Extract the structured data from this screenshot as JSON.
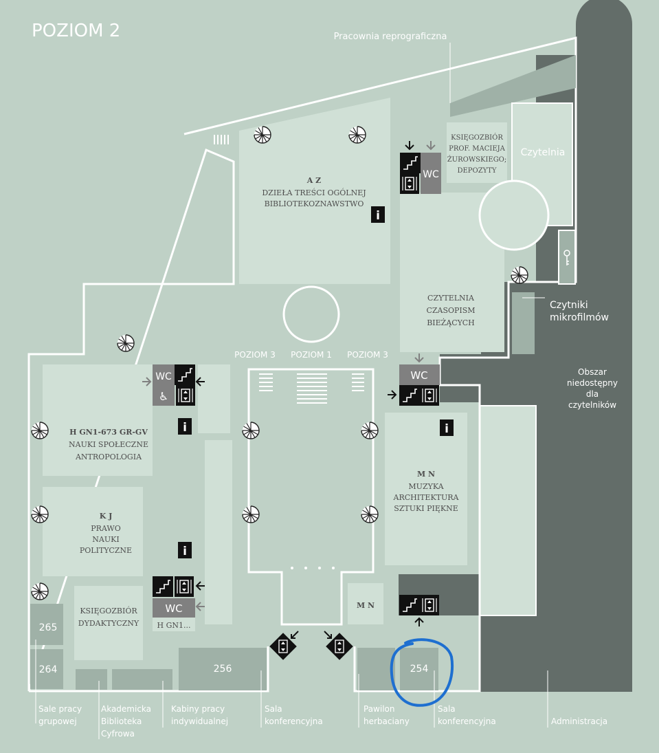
{
  "title": "POZIOM 2",
  "callouts": {
    "reprografia": "Pracownia reprograficzna",
    "czytniki_1": "Czytniki",
    "czytniki_2": "mikrofilmów"
  },
  "rooms": {
    "az_code": "A Z",
    "az_line1": "DZIEŁA TREŚCI OGÓLNEJ",
    "az_line2": "BIBLIOTEKOZNAWSTWO",
    "zur_1": "KSIĘGOZBIÓR",
    "zur_2": "PROF. MACIEJA",
    "zur_3": "ŻUROWSKIEGO;",
    "zur_4": "DEPOZYTY",
    "czytelnia": "Czytelnia",
    "czas_1": "CZYTELNIA",
    "czas_2": "CZASOPISM",
    "czas_3": "BIEŻĄCYCH",
    "obszar_1": "Obszar",
    "obszar_2": "niedostępny",
    "obszar_3": "dla",
    "obszar_4": "czytelników",
    "h_code": "H GN1-673 GR-GV",
    "h_line1": "NAUKI SPOŁECZNE",
    "h_line2": "ANTROPOLOGIA",
    "kj_code": "K J",
    "kj_line1": "PRAWO",
    "kj_line2": "NAUKI",
    "kj_line3": "POLITYCZNE",
    "mn_code": "M N",
    "mn_line1": "MUZYKA",
    "mn_line2": "ARCHITEKTURA",
    "mn_line3": "SZTUKI PIĘKNE",
    "mn_small": "M N",
    "dyd_1": "KSIĘGOZBIÓR",
    "dyd_2": "DYDAKTYCZNY",
    "h_short": "H GN1...",
    "r265": "265",
    "r264": "264",
    "r256": "256",
    "r254": "254"
  },
  "stairs_labels": {
    "p3_left": "POZIOM 3",
    "p1": "POZIOM 1",
    "p3_right": "POZIOM 3"
  },
  "wc_label": "WC",
  "info_label": "i",
  "bottom_labels": {
    "sale_1": "Sale pracy",
    "sale_2": "grupowej",
    "abc_1": "Akademicka",
    "abc_2": "Biblioteka",
    "abc_3": "Cyfrowa",
    "kab_1": "Kabiny pracy",
    "kab_2": "indywidualnej",
    "salak1_1": "Sala",
    "salak1_2": "konferencyjna",
    "paw_1": "Pawilon",
    "paw_2": "herbaciany",
    "salak2_1": "Sala",
    "salak2_2": "konferencyjna",
    "admin": "Administracja"
  },
  "colors": {
    "background": "#bfd1c6",
    "room_light": "#d0e0d6",
    "room_mid": "#9fb1a7",
    "room_dark": "#636d69",
    "wall": "#ffffff",
    "highlight_circle": "#1e6fd0"
  }
}
